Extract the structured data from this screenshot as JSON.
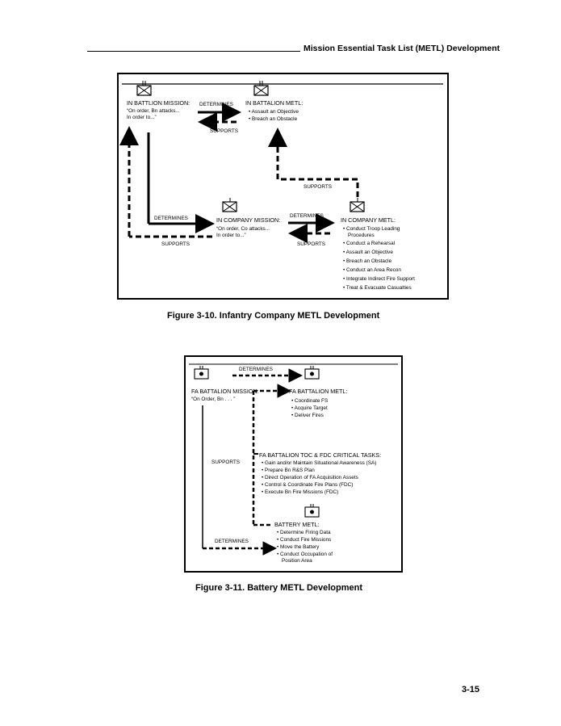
{
  "header": {
    "title": "Mission Essential Task List (METL) Development"
  },
  "figure1": {
    "caption": "Figure 3-10. Infantry Company METL Development",
    "bn_mission": {
      "title": "IN BATTLION MISSION:",
      "lines": [
        "“On order, Bn attacks...",
        "In order to...”"
      ]
    },
    "bn_metl": {
      "title": "IN BATTALION METL:",
      "items": [
        "• Assault an Objective",
        "• Breach an Obstacle"
      ]
    },
    "co_mission": {
      "title": "IN COMPANY MISSION:",
      "lines": [
        "“On order, Co attacks...",
        "In order to...”"
      ]
    },
    "co_metl": {
      "title": "IN COMPANY METL:",
      "items": [
        "• Conduct Troop Leading",
        "Procedures",
        "• Conduct a Rehearsal",
        "• Assault an Objective",
        "• Breach an Obstacle",
        "• Conduct an Area Recon",
        "• Integrate Indirect Fire Support",
        "• Treat & Evacuate Casualties"
      ]
    },
    "labels": {
      "determines_top": "DETERMINES",
      "supports_top": "SUPPORTS",
      "supports_mid": "SUPPORTS",
      "determines_left": "DETERMINES",
      "supports_left": "SUPPORTS",
      "determines_right": "DETERMINES",
      "supports_right": "SUPPORTS"
    }
  },
  "figure2": {
    "caption": "Figure 3-11. Battery METL Development",
    "fa_mission": {
      "title": "FA BATTALION MISSION:",
      "lines": [
        "“On Order, Bn . . . ”"
      ]
    },
    "fa_metl": {
      "title": "FA BATTALION METL:",
      "items": [
        "• Coordinate FS",
        "• Acquire Target",
        "• Deliver Fires"
      ]
    },
    "toc_tasks": {
      "title": "FA BATTALION TOC & FDC CRITICAL TASKS:",
      "items": [
        "• Gain and/or Maintain Situational Awareness (SA)",
        "• Prepare Bn R&S Plan",
        "• Direct Operation of FA Acquisition Assets",
        "• Control & Coordinate Fire Plans (FDC)",
        "• Execute Bn Fire Missions (FDC)"
      ]
    },
    "battery_metl": {
      "title": "BATTERY METL:",
      "items": [
        "• Determine Firing Data",
        "• Conduct Fire Missions",
        "• Move the Battery",
        "• Conduct Occupation of",
        "Position Area"
      ]
    },
    "labels": {
      "determines_top": "DETERMINES",
      "supports": "SUPPORTS",
      "determines_bottom": "DETERMINES"
    }
  },
  "page_number": "3-15"
}
